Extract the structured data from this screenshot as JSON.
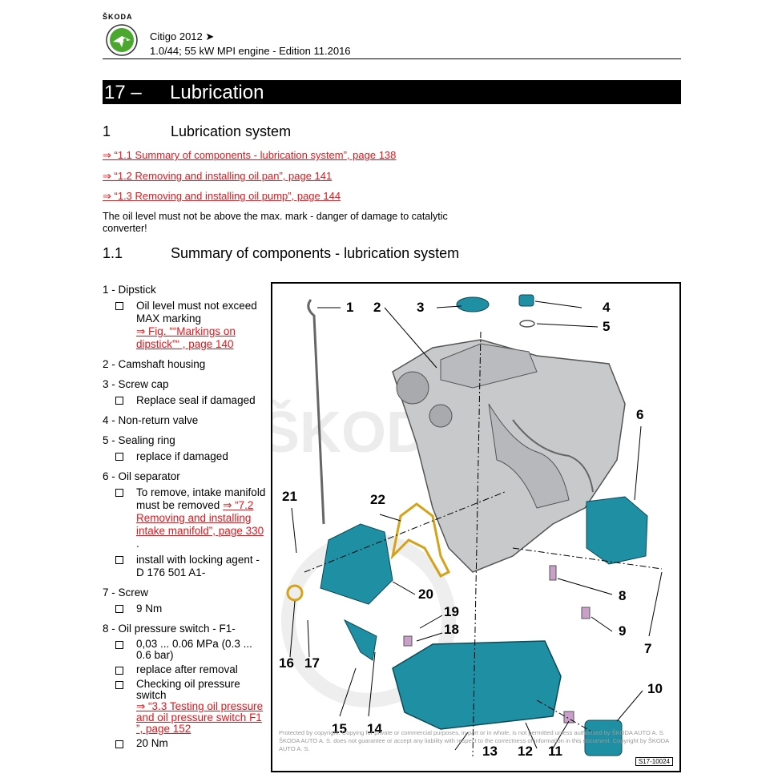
{
  "header": {
    "brand": "ŠKODA",
    "model": "Citigo 2012 ➤",
    "engine": "1.0/44; 55 kW MPI engine - Edition 11.2016"
  },
  "chapter": {
    "number": "17 –",
    "title": "Lubrication"
  },
  "section": {
    "number": "1",
    "title": "Lubrication system"
  },
  "links": [
    "⇒ “1.1 Summary of components - lubrication system”, page 138",
    "⇒ “1.2 Removing and installing oil pan”, page 141",
    "⇒ “1.3 Removing and installing oil pump”, page 144"
  ],
  "warning": "The oil level must not be above the max. mark - danger of damage to catalytic converter!",
  "subsection": {
    "number": "1.1",
    "title": "Summary of components - lubrication system"
  },
  "legend": {
    "i1": "1 - Dipstick",
    "i1_b1": "Oil level must not exceed MAX marking",
    "i1_b1_link": "⇒ Fig. ““Markings on dipstick”“ , page 140",
    "i2": "2 - Camshaft housing",
    "i3": "3 - Screw cap",
    "i3_b1": "Replace seal if damaged",
    "i4": "4 - Non-return valve",
    "i5": "5 - Sealing ring",
    "i5_b1": "replace if damaged",
    "i6": "6 - Oil separator",
    "i6_b1": "To remove, intake manifold must be removed",
    "i6_b1_link": "⇒ “7.2 Removing and installing intake manifold”, page 330",
    "i6_b1_tail": " .",
    "i6_b2": "install with locking agent - D 176 501 A1-",
    "i7": "7 - Screw",
    "i7_b1": "9 Nm",
    "i8": "8 - Oil pressure switch - F1-",
    "i8_b1": "0,03 ... 0.06 MPa (0.3 ... 0.6 bar)",
    "i8_b2": "replace after removal",
    "i8_b3": "Checking oil pressure switch",
    "i8_b3_link": "⇒ “3.3 Testing oil pressure and oil pressure switch F1 ”, page 152",
    "i8_b4": "20 Nm"
  },
  "figure": {
    "callouts": [
      "1",
      "2",
      "3",
      "4",
      "5",
      "6",
      "7",
      "8",
      "9",
      "10",
      "11",
      "12",
      "13",
      "14",
      "15",
      "16",
      "17",
      "18",
      "19",
      "20",
      "21",
      "22"
    ],
    "id": "S17-10024",
    "watermark": "ŠKODA",
    "copyright": "Protected by copyright. Copying for private or commercial purposes, in part or in whole, is not permitted unless authorised by ŠKODA AUTO A. S. ŠKODA AUTO A. S. does not guarantee or accept any liability with respect to the correctness of information in this document. Copyright by ŠKODA AUTO A. S."
  },
  "colors": {
    "accent_link": "#e8161c",
    "part_teal": "#1f8fa3",
    "engine_grey": "#c7c9cb",
    "logo_green": "#4ba82e"
  }
}
